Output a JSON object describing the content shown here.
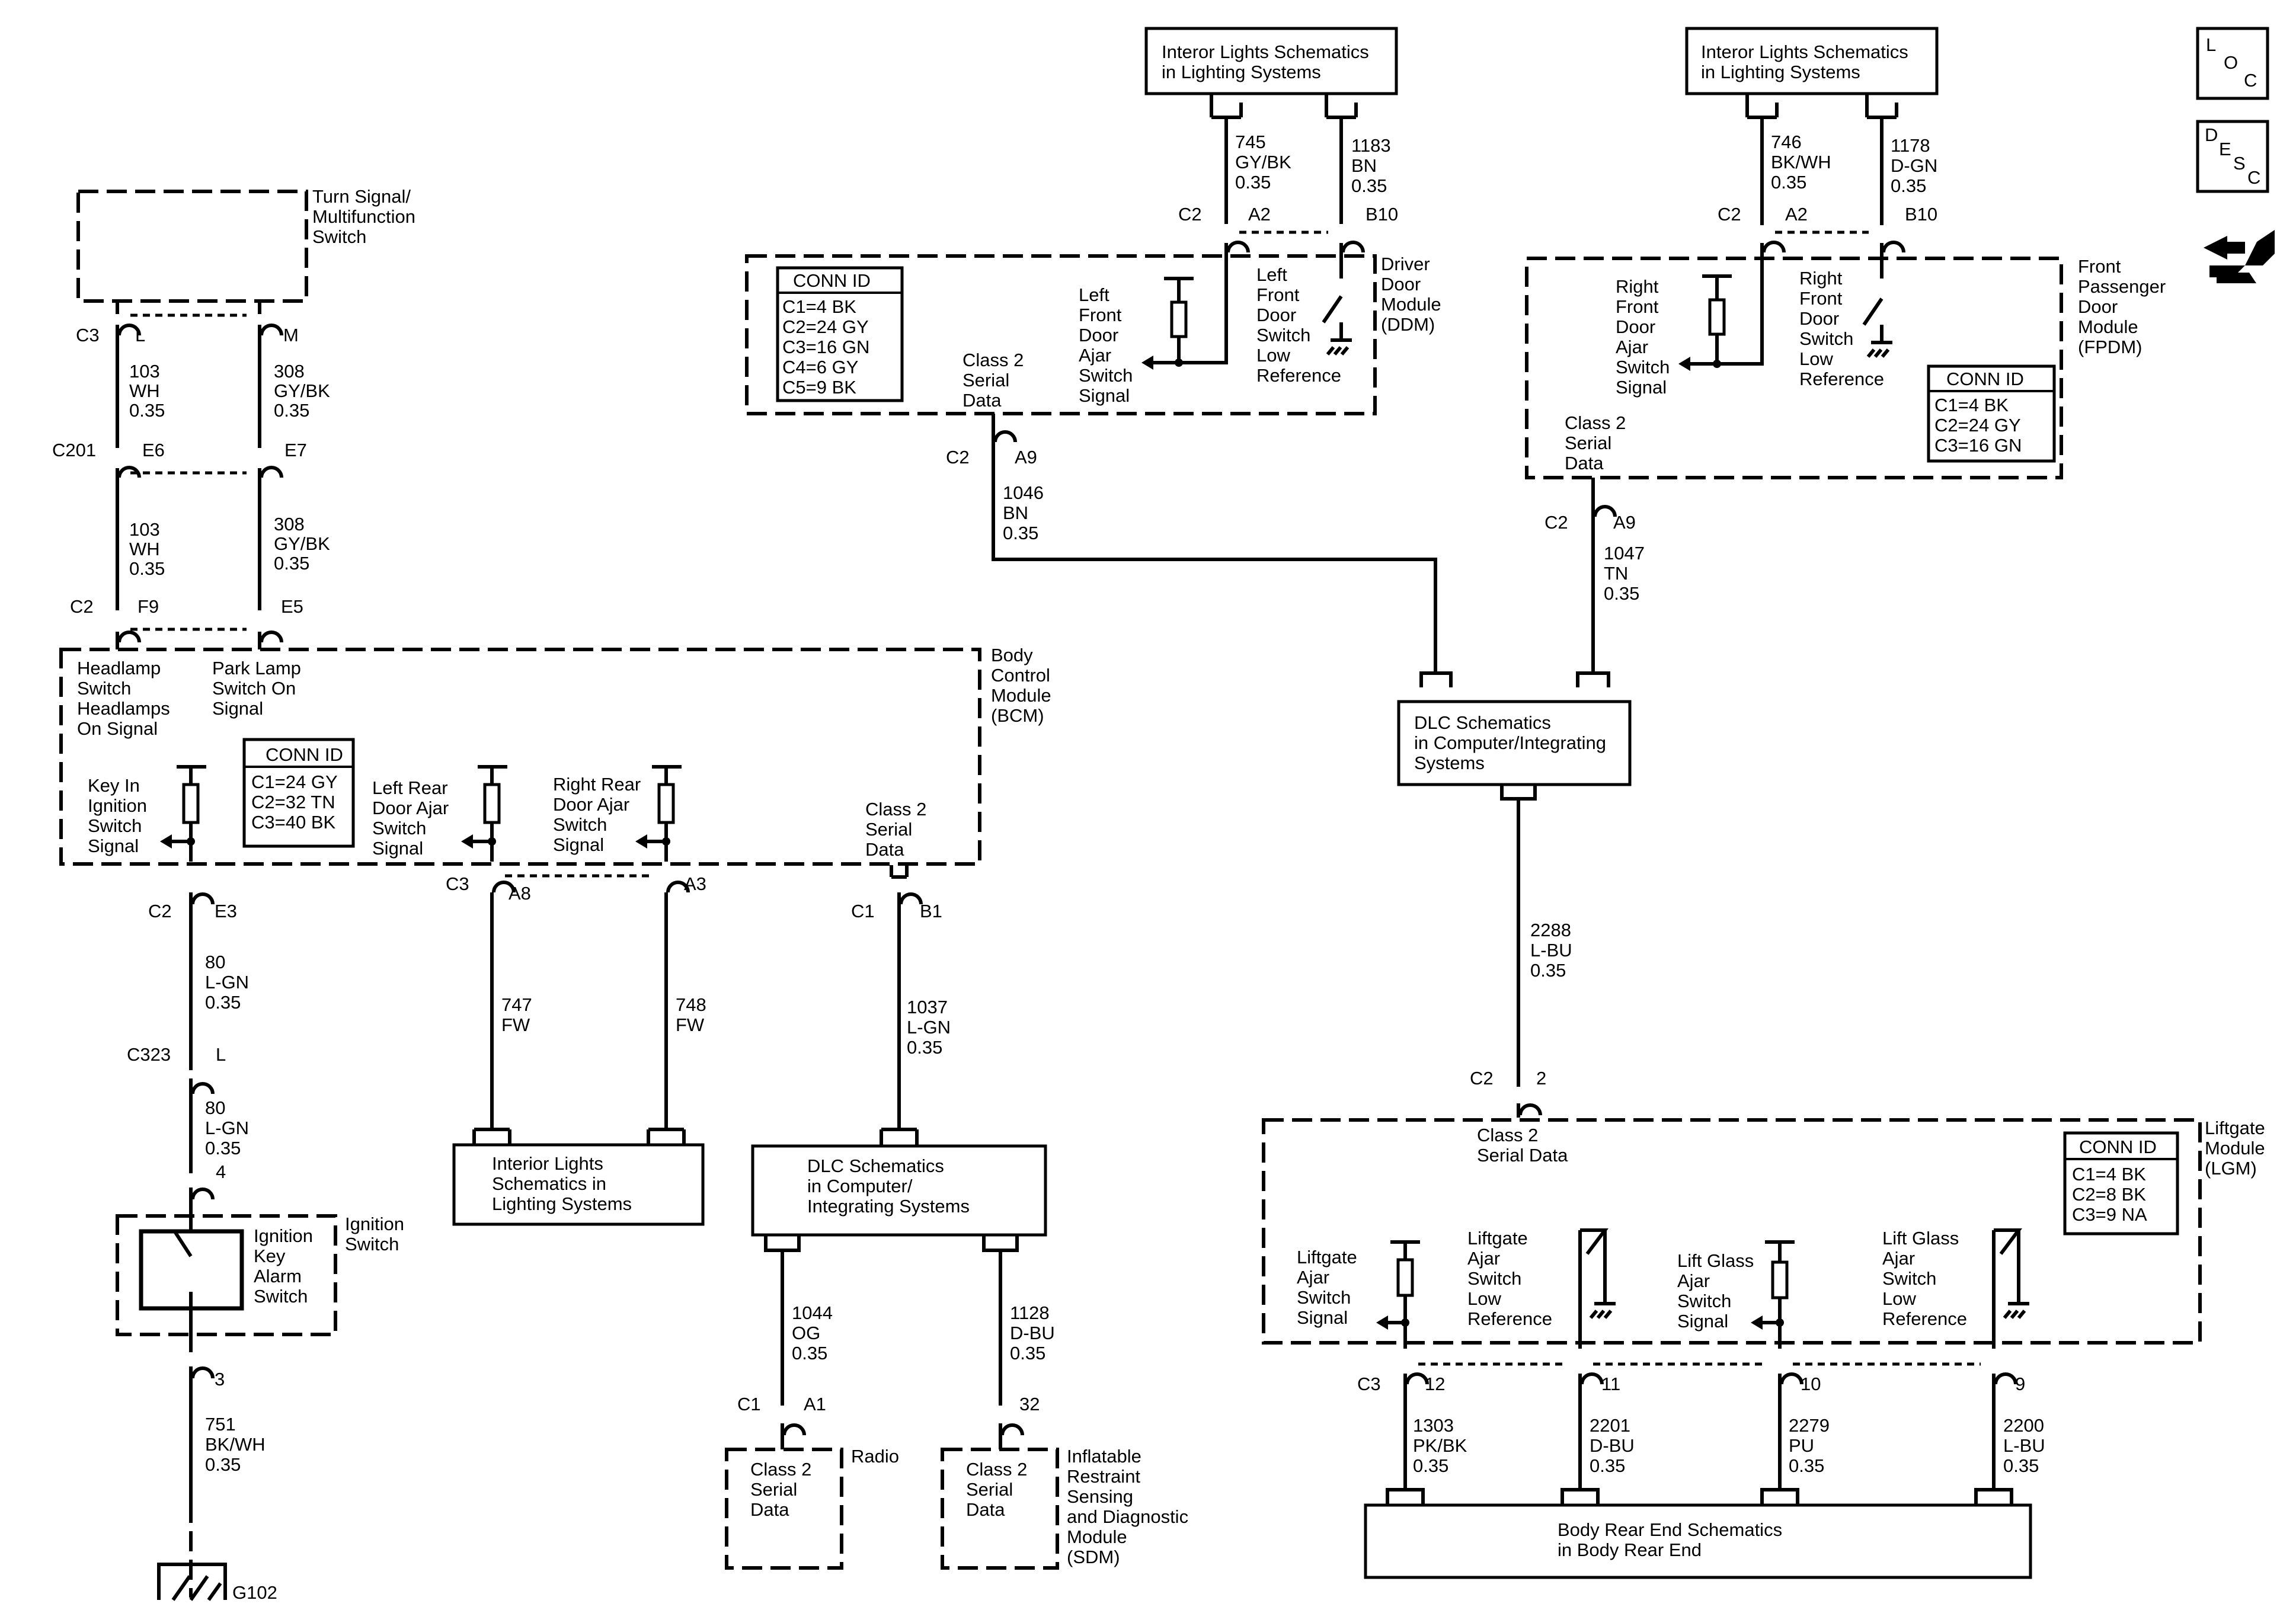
{
  "interior_lights_top_left": {
    "line1": "Interor Lights Schematics",
    "line2": "in Lighting Systems"
  },
  "interior_lights_top_right": {
    "line1": "Interor Lights Schematics",
    "line2": "in Lighting Systems"
  },
  "icons": {
    "loc_letters": [
      "L",
      "O",
      "C"
    ],
    "desc_letters": [
      "D",
      "E",
      "S",
      "C"
    ],
    "wrench": "wrench-hand-icon"
  },
  "turn_signal": {
    "line1": "Turn Signal/",
    "line2": "Multifunction",
    "line3": "Switch"
  },
  "wires": {
    "w103a": [
      "103",
      "WH",
      "0.35"
    ],
    "w308a": [
      "308",
      "GY/BK",
      "0.35"
    ],
    "w103b": [
      "103",
      "WH",
      "0.35"
    ],
    "w308b": [
      "308",
      "GY/BK",
      "0.35"
    ],
    "w745": [
      "745",
      "GY/BK",
      "0.35"
    ],
    "w1183": [
      "1183",
      "BN",
      "0.35"
    ],
    "w746": [
      "746",
      "BK/WH",
      "0.35"
    ],
    "w1178": [
      "1178",
      "D-GN",
      "0.35"
    ],
    "w1046": [
      "1046",
      "BN",
      "0.35"
    ],
    "w1047": [
      "1047",
      "TN",
      "0.35"
    ],
    "w2288": [
      "2288",
      "L-BU",
      "0.35"
    ],
    "w80a": [
      "80",
      "L-GN",
      "0.35"
    ],
    "w80b": [
      "80",
      "L-GN",
      "0.35"
    ],
    "w747": [
      "747",
      "FW"
    ],
    "w748": [
      "748",
      "FW"
    ],
    "w1037": [
      "1037",
      "L-GN",
      "0.35"
    ],
    "w1044": [
      "1044",
      "OG",
      "0.35"
    ],
    "w1128": [
      "1128",
      "D-BU",
      "0.35"
    ],
    "w751": [
      "751",
      "BK/WH",
      "0.35"
    ],
    "w1303": [
      "1303",
      "PK/BK",
      "0.35"
    ],
    "w2201": [
      "2201",
      "D-BU",
      "0.35"
    ],
    "w2279": [
      "2279",
      "PU",
      "0.35"
    ],
    "w2200": [
      "2200",
      "L-BU",
      "0.35"
    ]
  },
  "connectors": {
    "c3_l": "C3",
    "pin_l": "L",
    "pin_m": "M",
    "c201": "C201",
    "pin_e6": "E6",
    "pin_e7": "E7",
    "c2_f9": "C2",
    "pin_f9": "F9",
    "pin_e5": "E5",
    "ddm_c2": "C2",
    "ddm_a2": "A2",
    "ddm_b10": "B10",
    "fp_c2": "C2",
    "fp_a2": "A2",
    "fp_b10": "B10",
    "ddm_c2b": "C2",
    "ddm_a9": "A9",
    "fp_c2b": "C2",
    "fp_a9": "A9",
    "bcm_c2": "C2",
    "bcm_e3": "E3",
    "bcm_c3": "C3",
    "bcm_a8": "A8",
    "bcm_a3": "A3",
    "bcm_c1": "C1",
    "bcm_b1": "B1",
    "c323": "C323",
    "c323_l": "L",
    "ign_4": "4",
    "ign_3": "3",
    "lgm_c2": "C2",
    "lgm_2": "2",
    "radio_c1": "C1",
    "radio_a1": "A1",
    "sdm_32": "32",
    "lgm_c3": "C3",
    "lgm_12": "12",
    "lgm_11": "11",
    "lgm_10": "10",
    "lgm_9": "9"
  },
  "ddm": {
    "name": [
      "Driver",
      "Door",
      "Module",
      "(DDM)"
    ],
    "conn_title": "CONN ID",
    "conn": [
      "C1=4 BK",
      "C2=24 GY",
      "C3=16 GN",
      "C4=6 GY",
      "C5=9 BK"
    ],
    "class2": [
      "Class 2",
      "Serial",
      "Data"
    ],
    "ajar": [
      "Left",
      "Front",
      "Door",
      "Ajar",
      "Switch",
      "Signal"
    ],
    "low": [
      "Left",
      "Front",
      "Door",
      "Switch",
      "Low",
      "Reference"
    ]
  },
  "fpdm": {
    "name": [
      "Front",
      "Passenger",
      "Door",
      "Module",
      "(FPDM)"
    ],
    "conn_title": "CONN ID",
    "conn": [
      "C1=4 BK",
      "C2=24 GY",
      "C3=16 GN"
    ],
    "class2": [
      "Class 2",
      "Serial",
      "Data"
    ],
    "ajar": [
      "Right",
      "Front",
      "Door",
      "Ajar",
      "Switch",
      "Signal"
    ],
    "low": [
      "Right",
      "Front",
      "Door",
      "Switch",
      "Low",
      "Reference"
    ]
  },
  "dlc_center": {
    "lines": [
      "DLC Schematics",
      "in Computer/Integrating",
      "Systems"
    ]
  },
  "bcm": {
    "name": [
      "Body",
      "Control",
      "Module",
      "(BCM)"
    ],
    "headlamp": [
      "Headlamp",
      "Switch",
      "Headlamps",
      "On Signal"
    ],
    "park": [
      "Park Lamp",
      "Switch On",
      "Signal"
    ],
    "conn_title": "CONN ID",
    "conn": [
      "C1=24 GY",
      "C2=32 TN",
      "C3=40 BK"
    ],
    "key_in": [
      "Key In",
      "Ignition",
      "Switch",
      "Signal"
    ],
    "left_rear": [
      "Left Rear",
      "Door Ajar",
      "Switch",
      "Signal"
    ],
    "right_rear": [
      "Right Rear",
      "Door Ajar",
      "Switch",
      "Signal"
    ],
    "class2": [
      "Class 2",
      "Serial",
      "Data"
    ]
  },
  "interior_lights_bottom": {
    "lines": [
      "Interior Lights",
      "Schematics in",
      "Lighting Systems"
    ]
  },
  "dlc_bottom": {
    "lines": [
      "DLC Schematics",
      "in Computer/",
      "Integrating Systems"
    ]
  },
  "ignition": {
    "name": [
      "Ignition",
      "Switch"
    ],
    "inner": [
      "Ignition",
      "Key",
      "Alarm",
      "Switch"
    ]
  },
  "ground": "G102",
  "radio": {
    "name": "Radio",
    "inner": [
      "Class 2",
      "Serial",
      "Data"
    ]
  },
  "sdm": {
    "name": [
      "Inflatable",
      "Restraint",
      "Sensing",
      "and Diagnostic",
      "Module",
      "(SDM)"
    ],
    "inner": [
      "Class 2",
      "Serial",
      "Data"
    ]
  },
  "lgm": {
    "name": [
      "Liftgate",
      "Module",
      "(LGM)"
    ],
    "class2": [
      "Class 2",
      "Serial Data"
    ],
    "conn_title": "CONN ID",
    "conn": [
      "C1=4 BK",
      "C2=8 BK",
      "C3=9 NA"
    ],
    "liftgate_ajar": [
      "Liftgate",
      "Ajar",
      "Switch",
      "Signal"
    ],
    "liftgate_low": [
      "Liftgate",
      "Ajar",
      "Switch",
      "Low",
      "Reference"
    ],
    "glass_ajar": [
      "Lift Glass",
      "Ajar",
      "Switch",
      "Signal"
    ],
    "glass_low": [
      "Lift Glass",
      "Ajar",
      "Switch",
      "Low",
      "Reference"
    ]
  },
  "body_rear": {
    "lines": [
      "Body Rear End Schematics",
      "in Body Rear End"
    ]
  }
}
